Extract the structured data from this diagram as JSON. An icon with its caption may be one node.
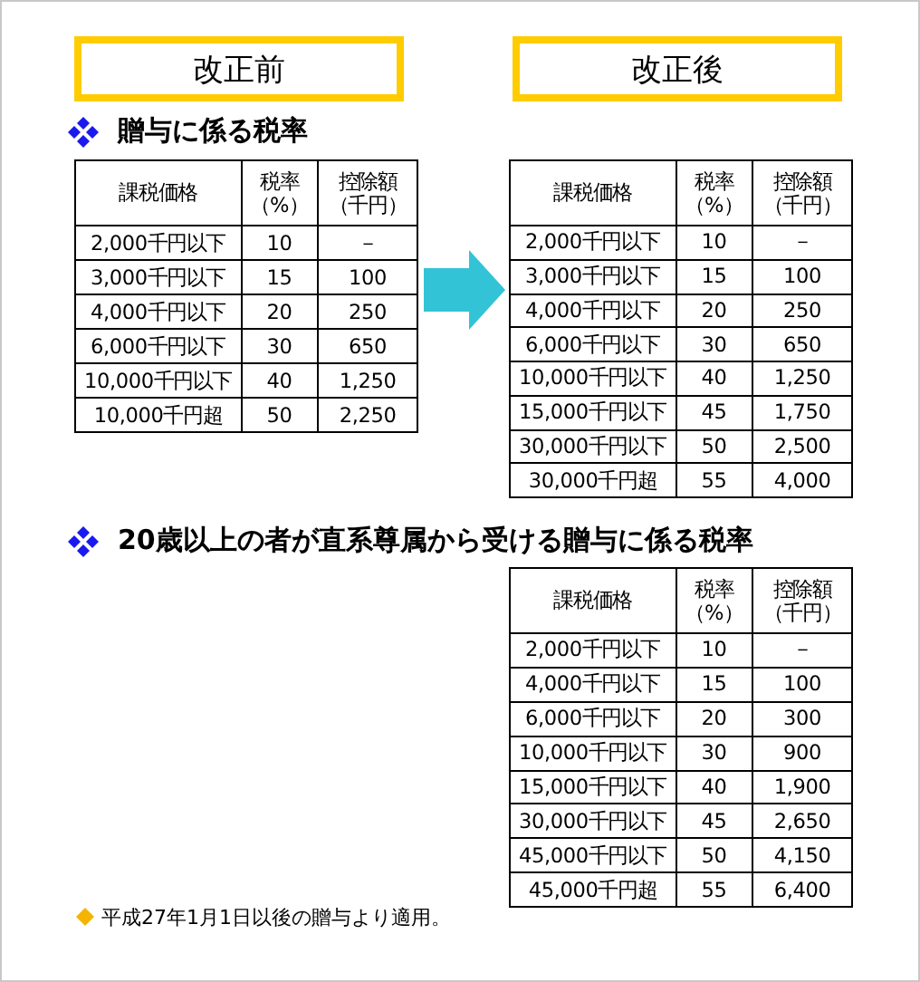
{
  "diagram": {
    "nodes": [
      {
        "text": [
          "改正前"
        ]
      },
      {
        "text": [
          "改正後"
        ]
      },
      {
        "text": [
          "課税価格",
          "税率（%）",
          "控除額（千円）",
          "2,000千円以下",
          "10",
          "－",
          "3,000千円以下",
          "15",
          "100",
          "4,000千円以下",
          "20",
          "250",
          "6,000千円以下",
          "30",
          "650",
          "10,000千円以下",
          "40",
          "1,250",
          "10,000千円超",
          "50",
          "2,250"
        ]
      },
      {
        "text": [
          "課税価格",
          "税率（%）",
          "控除額（千円）",
          "2,000千円以下",
          "10",
          "－",
          "3,000千円以下",
          "15",
          "100",
          "4,000千円以下",
          "20",
          "250",
          "6,000千円以下",
          "30",
          "650",
          "10,000千円以下",
          "40",
          "1,250",
          "15,000千円以下",
          "45",
          "1,750",
          "30,000千円以下",
          "50",
          "2,500",
          "30,000千円超",
          "55",
          "4,000"
        ]
      },
      {
        "text": [
          "課税価格",
          "税率（%）",
          "控除額（千円）",
          "2,000千円以下",
          "10",
          "－",
          "4,000千円以下",
          "15",
          "100",
          "6,000千円以下",
          "20",
          "300",
          "10,000千円以下",
          "30",
          "900",
          "15,000千円以下",
          "40",
          "1,900",
          "30,000千円以下",
          "45",
          "2,650",
          "45,000千円以下",
          "50",
          "4,150",
          "45,000千円超",
          "55",
          "6,400"
        ]
      }
    ],
    "edges": [
      {
        "from": 2,
        "to": 3,
        "arrow": "to"
      }
    ],
    "labels": [
      "贈与に係る税率",
      "20歳以上の者が直系尊属から受ける贈与に係る税率",
      "平成27年1月1日以後の贈与より適用。"
    ]
  }
}
